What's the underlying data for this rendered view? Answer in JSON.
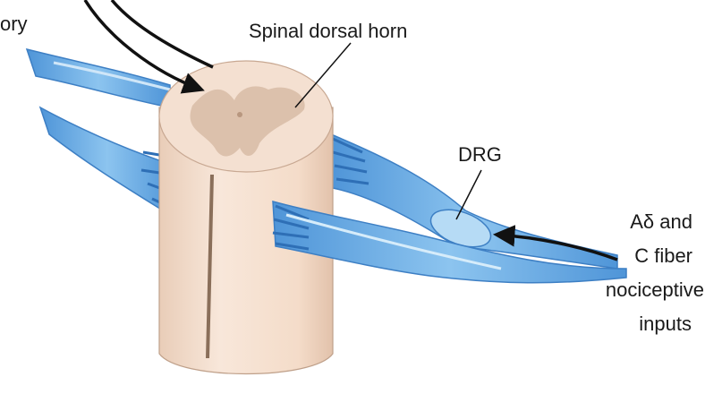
{
  "labels": {
    "sensory_partial": "ory",
    "dorsal_horn": "Spinal dorsal horn",
    "drg": "DRG",
    "fiber_line1": "Aδ and",
    "fiber_line2": "C fiber",
    "fiber_line3": "nociceptive",
    "fiber_line4": "inputs"
  },
  "colors": {
    "cord_body": "#f7e4d6",
    "cord_top": "#f2dccb",
    "gray_matter": "#dcc1ad",
    "nerve_light": "#a9d2f2",
    "nerve_mid": "#6fb0e6",
    "nerve_dark": "#2e6fb6",
    "arrow": "#111111"
  }
}
